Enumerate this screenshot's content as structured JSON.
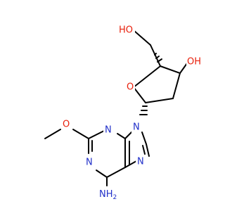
{
  "molecule": {
    "colors": {
      "carbon": "#000000",
      "nitrogen": "#2130c9",
      "oxygen": "#e8200c",
      "background": "#ffffff"
    },
    "labels": {
      "oh_top": "HO",
      "oh_right": "OH",
      "o_ring": "O",
      "o_methoxy": "O",
      "n9": "N",
      "n3": "N",
      "n1": "N",
      "n7": "N",
      "nh2": "NH",
      "nh2_sub": "2"
    }
  }
}
